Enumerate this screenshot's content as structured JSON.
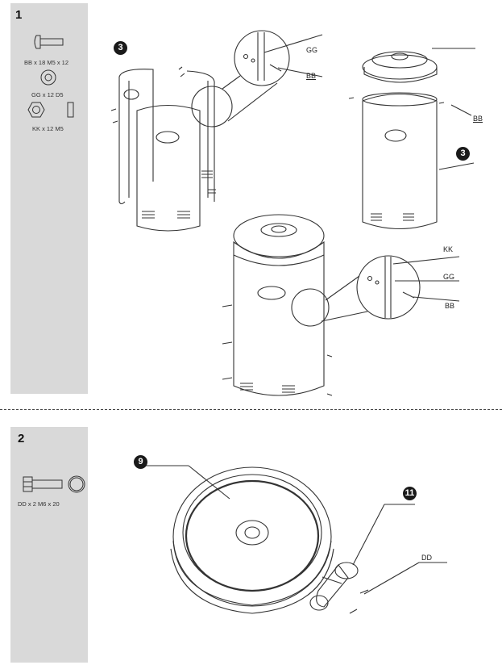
{
  "step1": {
    "number": "1",
    "parts": [
      {
        "icon": "bolt-icon",
        "label": "BB x 18 M5 x 12"
      },
      {
        "icon": "washer-icon",
        "label": "GG x 12 D5"
      },
      {
        "icon": "nut-icon",
        "label": "KK x 12 M5"
      }
    ],
    "callouts": {
      "gg": "GG",
      "bb": "BB",
      "bb2": "BB",
      "kk": "KK",
      "gg2": "GG",
      "bb3": "BB",
      "ref_part": "3",
      "ref_part2": "3"
    }
  },
  "step2": {
    "number": "2",
    "parts": [
      {
        "icon": "bolt-icon",
        "label": "DD x 2 M6 x 20"
      }
    ],
    "callouts": {
      "base_part": "9",
      "wheel_part": "11",
      "dd": "DD"
    }
  },
  "colors": {
    "sidebar": "#d9d9d9",
    "line": "#333333",
    "badge": "#1a1a1a"
  }
}
